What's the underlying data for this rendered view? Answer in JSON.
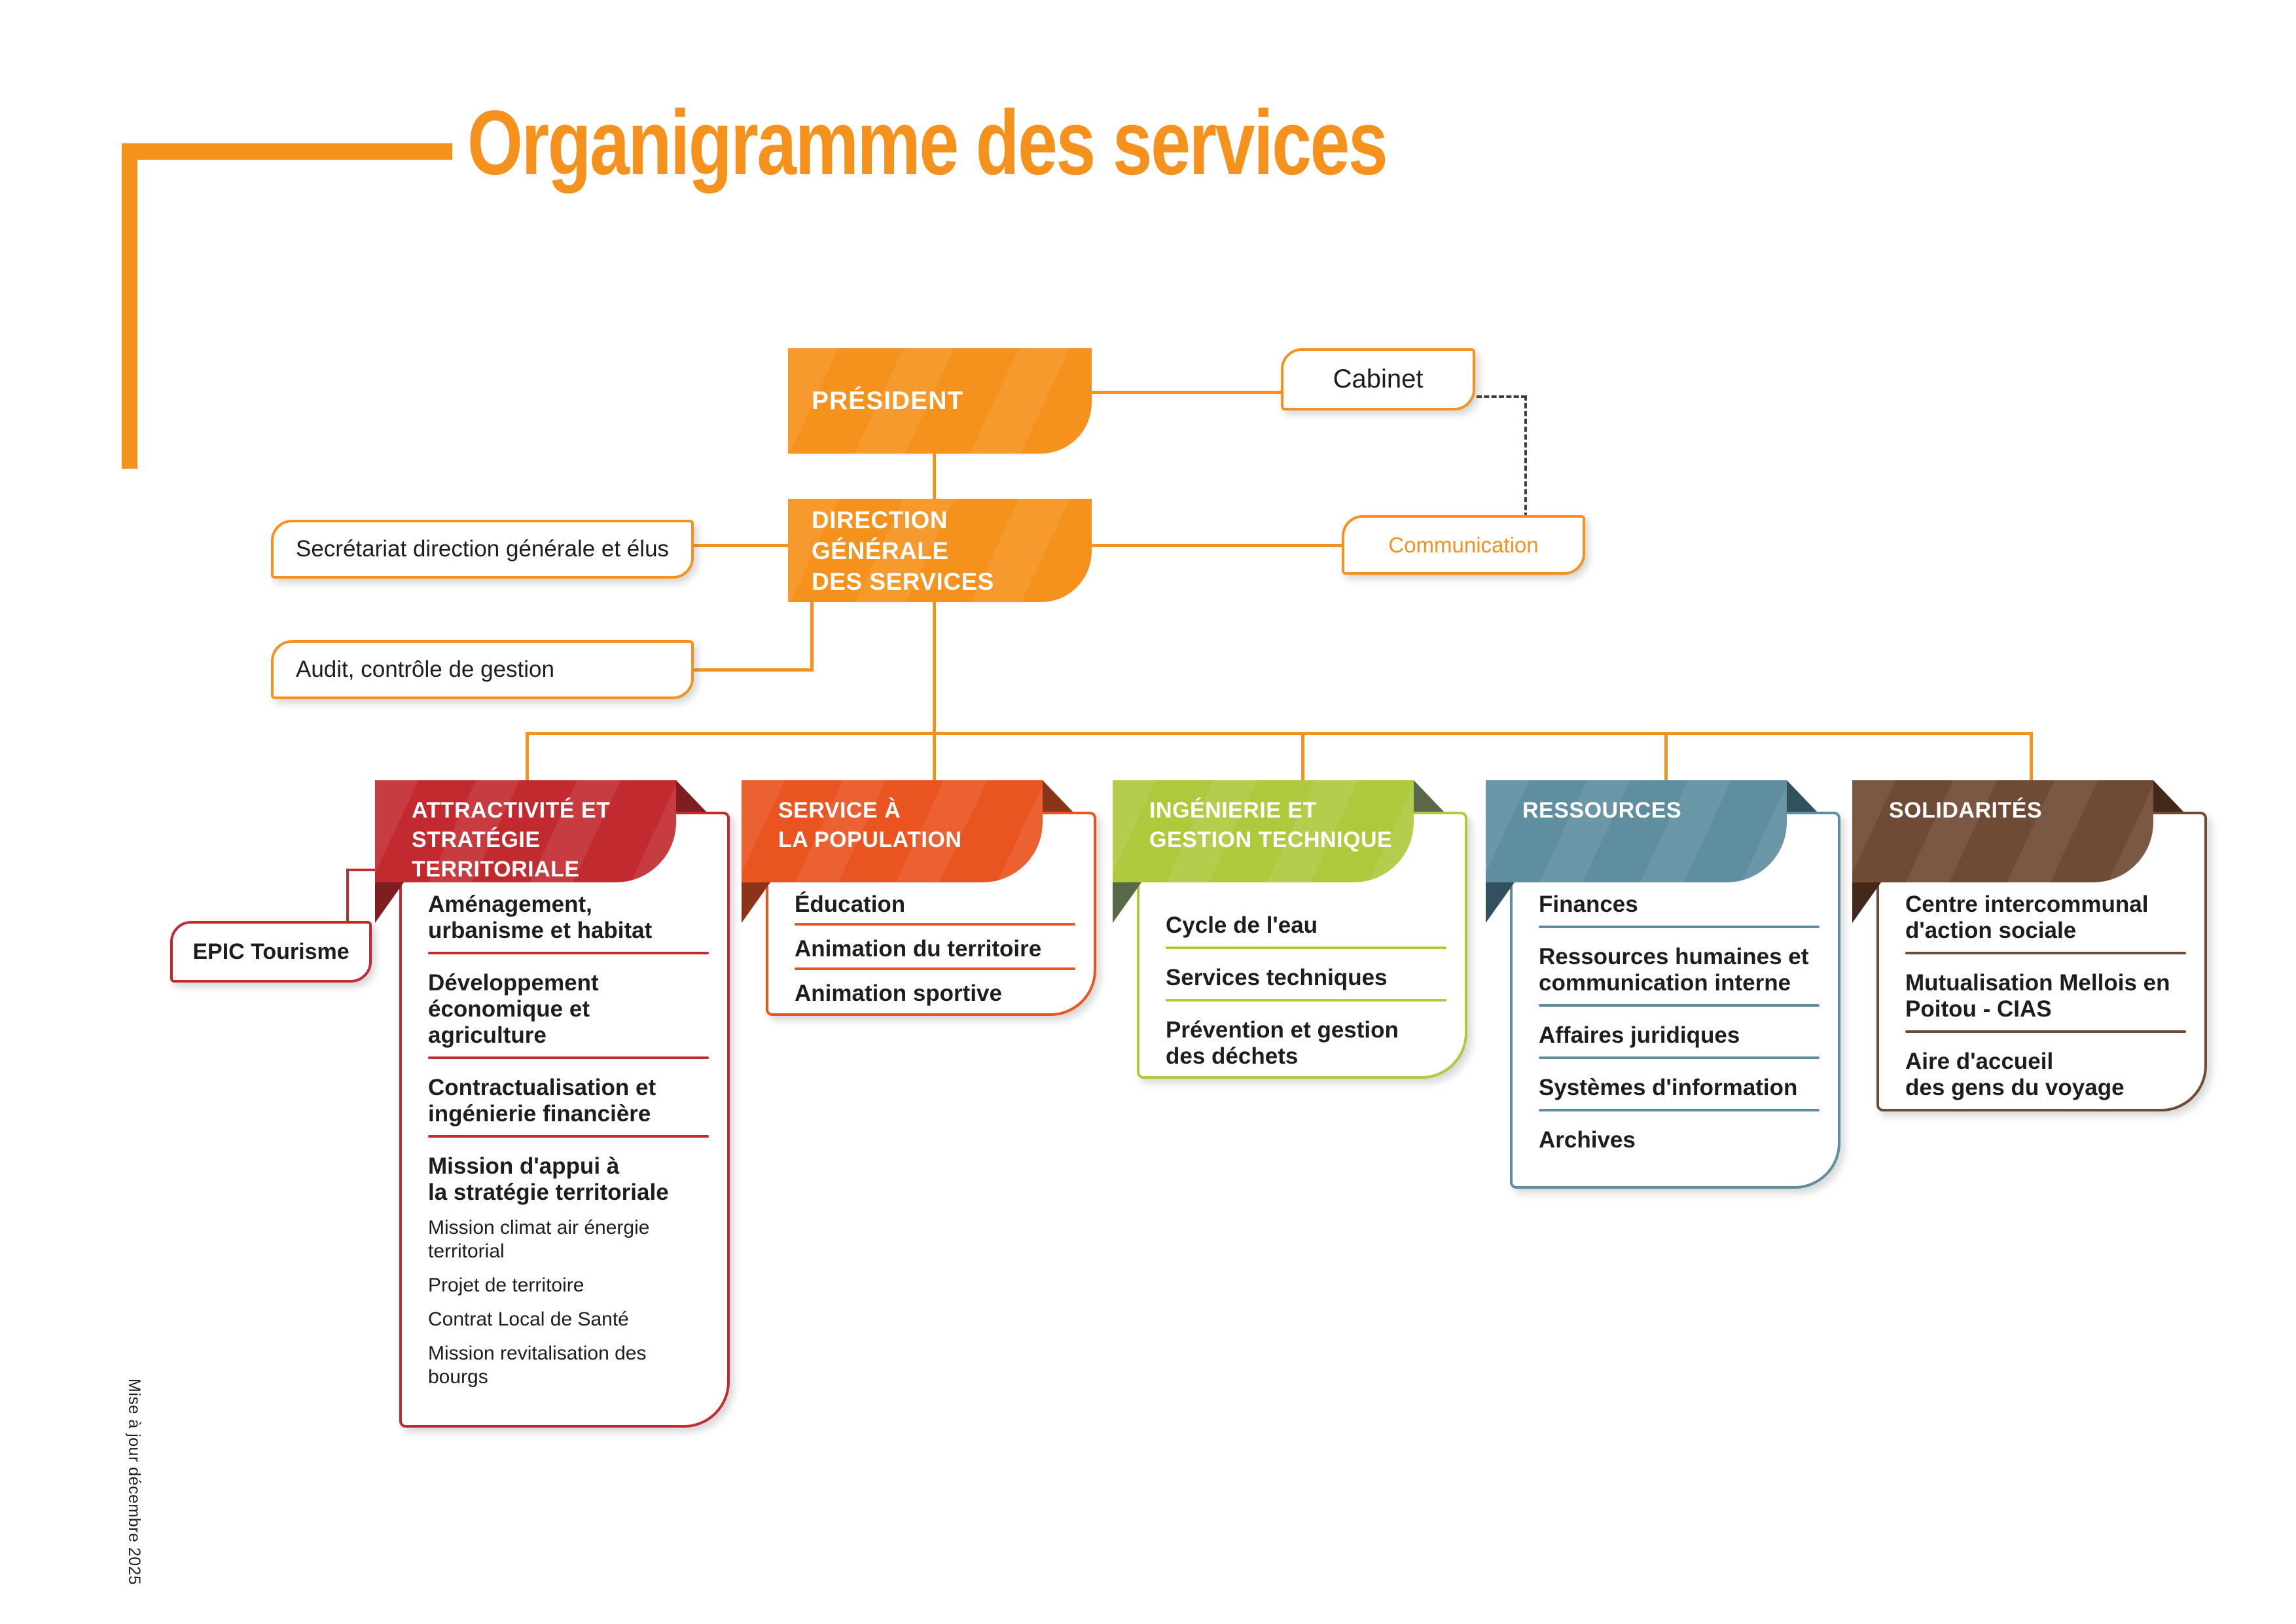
{
  "page": {
    "title": "Organigramme des services",
    "update_note": "Mise à jour décembre 2025"
  },
  "colors": {
    "accent_orange": "#F5921E",
    "epic_red": "#C12B30",
    "dashed_link": "#4E3A2C"
  },
  "org": {
    "president": {
      "label": "PRÉSIDENT"
    },
    "cabinet": {
      "label": "Cabinet"
    },
    "dgs": {
      "line1": "DIRECTION GÉNÉRALE",
      "line2": "DES SERVICES"
    },
    "secretariat": {
      "label": "Secrétariat direction générale et élus"
    },
    "audit": {
      "label": "Audit, contrôle de gestion"
    },
    "communication": {
      "label": "Communication"
    },
    "epic": {
      "label": "EPIC Tourisme"
    }
  },
  "columns": [
    {
      "id": "attractivite-strategie-territoriale",
      "color": "#C12B30",
      "fold_color": "#7F1E22",
      "title_lines": [
        "ATTRACTIVITÉ ET",
        "STRATÉGIE TERRITORIALE"
      ],
      "items": [
        {
          "label": "Aménagement,\nurbanisme et habitat",
          "style": "main"
        },
        {
          "label": "Développement\néconomique et agriculture",
          "style": "main"
        },
        {
          "label": "Contractualisation et\ningénierie financière",
          "style": "main"
        },
        {
          "label": "Mission d'appui à\nla stratégie territoriale",
          "style": "main"
        },
        {
          "label": "Mission climat air énergie\nterritorial",
          "style": "sub"
        },
        {
          "label": "Projet de territoire",
          "style": "sub"
        },
        {
          "label": "Contrat Local de Santé",
          "style": "sub"
        },
        {
          "label": "Mission revitalisation des bourgs",
          "style": "sub"
        }
      ]
    },
    {
      "id": "service-a-la-population",
      "color": "#E95420",
      "fold_color": "#8C3418",
      "title_lines": [
        "SERVICE À",
        "LA POPULATION"
      ],
      "items": [
        {
          "label": "Éducation",
          "style": "main"
        },
        {
          "label": "Animation du territoire",
          "style": "main"
        },
        {
          "label": "Animation sportive",
          "style": "main"
        }
      ]
    },
    {
      "id": "ingenierie-gestion-technique",
      "color": "#AFC93D",
      "fold_color": "#5A684A",
      "title_lines": [
        "INGÉNIERIE ET",
        "GESTION TECHNIQUE"
      ],
      "items": [
        {
          "label": "Cycle de l'eau",
          "style": "main"
        },
        {
          "label": "Services techniques",
          "style": "main"
        },
        {
          "label": "Prévention et gestion\ndes déchets",
          "style": "main"
        }
      ]
    },
    {
      "id": "ressources",
      "color": "#5E8EA0",
      "fold_color": "#33505E",
      "title_lines": [
        "RESSOURCES"
      ],
      "items": [
        {
          "label": "Finances",
          "style": "main"
        },
        {
          "label": "Ressources humaines et\ncommunication interne",
          "style": "main"
        },
        {
          "label": "Affaires juridiques",
          "style": "main"
        },
        {
          "label": "Systèmes d'information",
          "style": "main"
        },
        {
          "label": "Archives",
          "style": "main"
        }
      ]
    },
    {
      "id": "solidarites",
      "color": "#6F4A34",
      "fold_color": "#44291A",
      "title_lines": [
        "SOLIDARITÉS"
      ],
      "items": [
        {
          "label": "Centre intercommunal\nd'action sociale",
          "style": "main"
        },
        {
          "label": "Mutualisation Mellois en\nPoitou - CIAS",
          "style": "main"
        },
        {
          "label": "Aire d'accueil\ndes gens du voyage",
          "style": "main"
        }
      ]
    }
  ]
}
